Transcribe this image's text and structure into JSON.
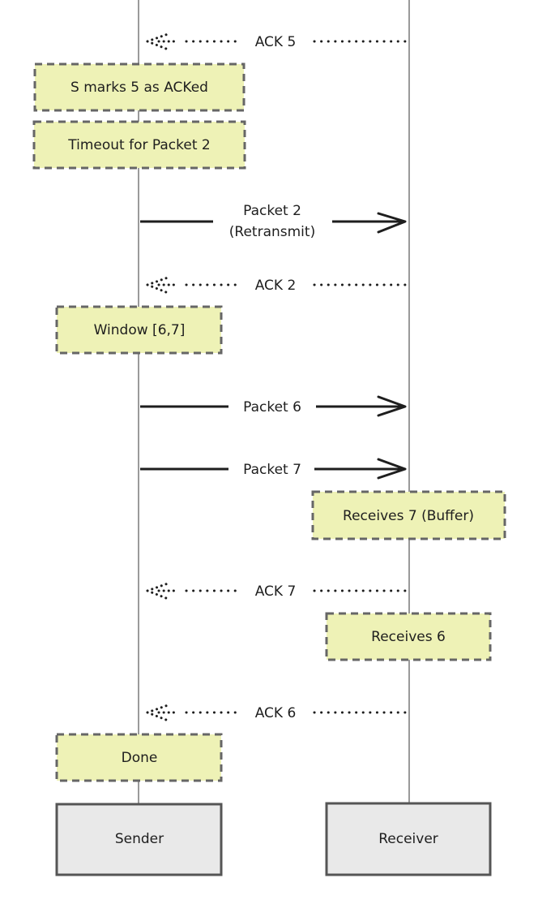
{
  "diagram": {
    "type": "sequence",
    "participants": [
      {
        "id": "sender",
        "label": "Sender"
      },
      {
        "id": "receiver",
        "label": "Receiver"
      }
    ],
    "messages": [
      {
        "id": "ack5",
        "from": "receiver",
        "to": "sender",
        "label": "ACK 5",
        "style": "dotted"
      },
      {
        "id": "pkt2",
        "from": "sender",
        "to": "receiver",
        "label_line1": "Packet 2",
        "label_line2": "(Retransmit)",
        "style": "solid"
      },
      {
        "id": "ack2",
        "from": "receiver",
        "to": "sender",
        "label": "ACK 2",
        "style": "dotted"
      },
      {
        "id": "pkt6",
        "from": "sender",
        "to": "receiver",
        "label": "Packet 6",
        "style": "solid"
      },
      {
        "id": "pkt7",
        "from": "sender",
        "to": "receiver",
        "label": "Packet 7",
        "style": "solid"
      },
      {
        "id": "ack7",
        "from": "receiver",
        "to": "sender",
        "label": "ACK 7",
        "style": "dotted"
      },
      {
        "id": "ack6",
        "from": "receiver",
        "to": "sender",
        "label": "ACK 6",
        "style": "dotted"
      }
    ],
    "notes": [
      {
        "id": "note-marks5",
        "over": "sender",
        "text": "S marks 5 as ACKed"
      },
      {
        "id": "note-timeout2",
        "over": "sender",
        "text": "Timeout for Packet 2"
      },
      {
        "id": "note-window",
        "over": "sender",
        "text": "Window [6,7]"
      },
      {
        "id": "note-recv7",
        "over": "receiver",
        "text": "Receives 7 (Buffer)"
      },
      {
        "id": "note-recv6",
        "over": "receiver",
        "text": "Receives 6"
      },
      {
        "id": "note-done",
        "over": "sender",
        "text": "Done"
      }
    ],
    "colors": {
      "note_fill": "#eef2b6",
      "note_border": "#666666",
      "actor_fill": "#e9e9e9",
      "actor_border": "#555555",
      "lifeline": "#9a9a9a",
      "ink": "#1e1e1e"
    }
  }
}
